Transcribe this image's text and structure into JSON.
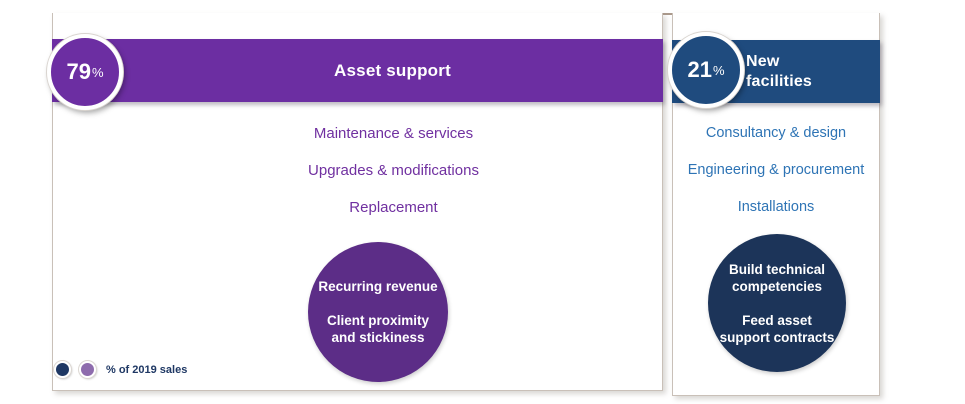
{
  "left_panel": {
    "pct_value": "79",
    "pct_unit": "%",
    "title": "Asset support",
    "items": [
      "Maintenance & services",
      "Upgrades & modifications",
      "Replacement"
    ],
    "circle_lines": [
      "Recurring revenue",
      "Client proximity and stickiness"
    ]
  },
  "right_panel": {
    "pct_value": "21",
    "pct_unit": "%",
    "title": "New facilities",
    "items": [
      "Consultancy & design",
      "Engineering & procurement",
      "Installations"
    ],
    "circle_lines": [
      "Build technical competencies",
      "Feed asset support contracts"
    ]
  },
  "legend": {
    "label": "% of 2019 sales"
  },
  "colors": {
    "purple_bar": "#6c2ea2",
    "purple_dark_circle": "#5c2d87",
    "purple_text": "#7030a0",
    "blue_bar": "#1f4b7e",
    "navy_circle": "#1c3459",
    "blue_text": "#2e74b5",
    "legend_navy": "#1f3864",
    "legend_purple": "#8e6cad",
    "top_rule": "#ab9a8c"
  }
}
